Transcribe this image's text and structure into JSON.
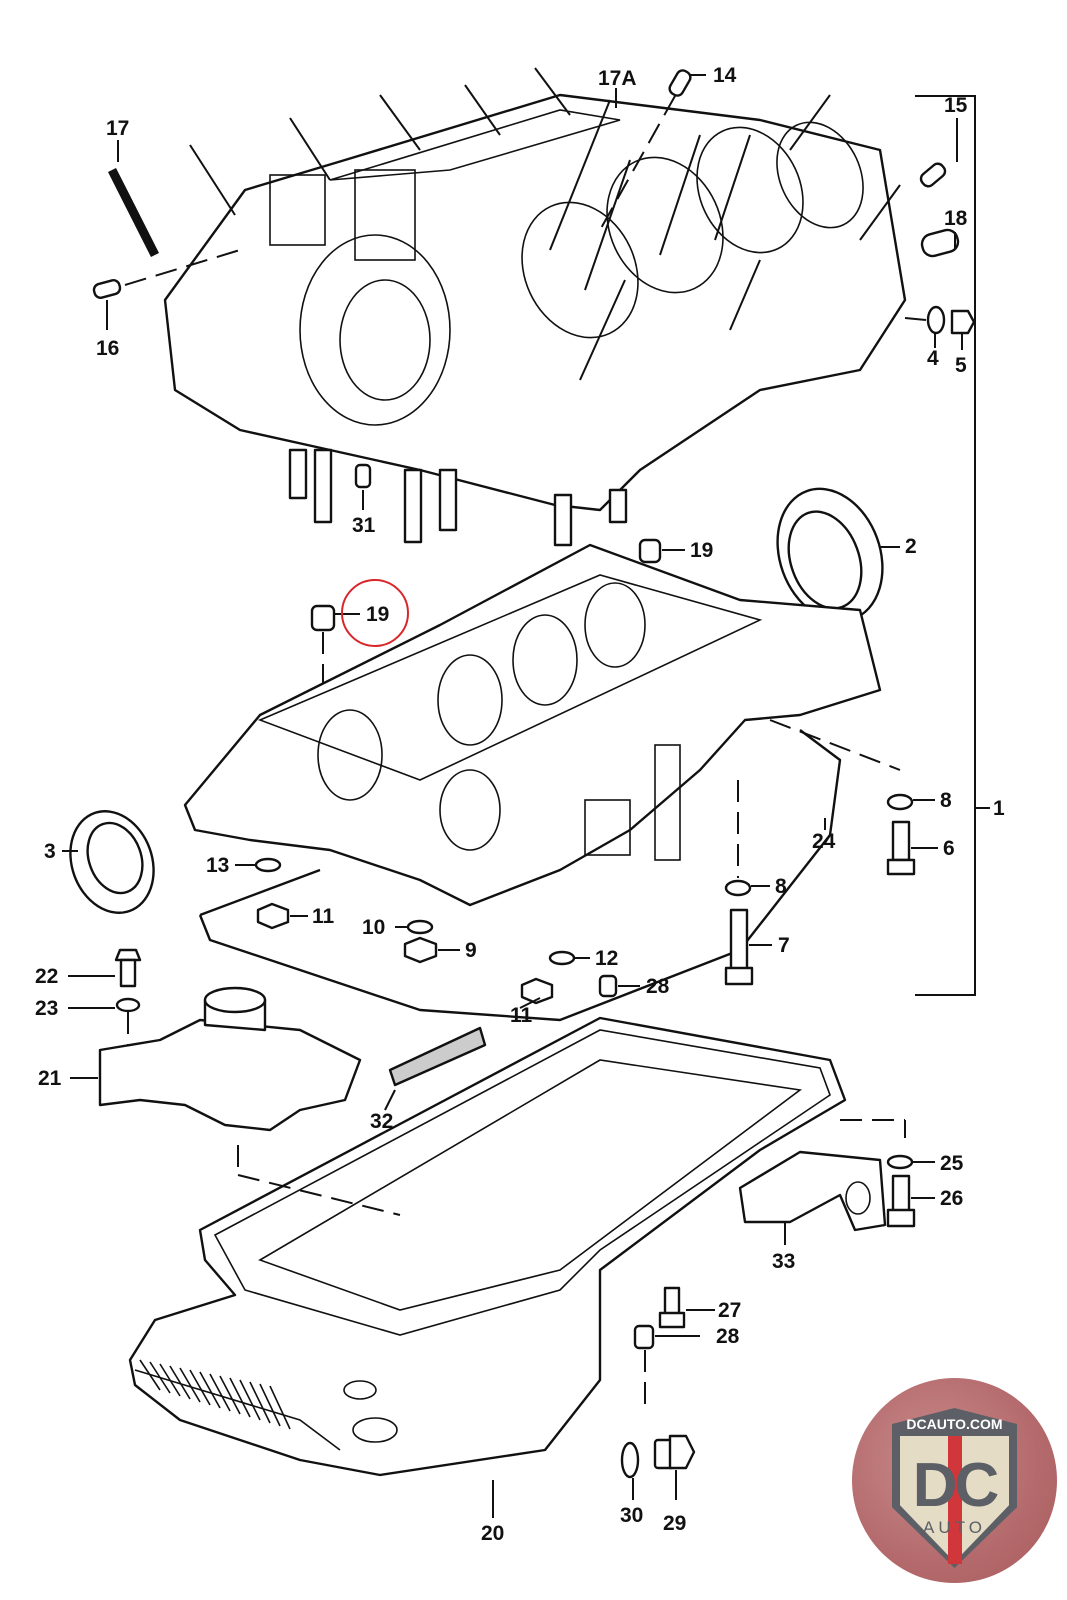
{
  "diagram": {
    "title": "Engine crankcase, crankcase bottom section and oil pan exploded view",
    "highlight_color": "#d9262a",
    "highlighted_callout": "19",
    "callouts": {
      "c1": "1",
      "c2": "2",
      "c3": "3",
      "c4": "4",
      "c5": "5",
      "c6": "6",
      "c7": "7",
      "c8a": "8",
      "c8b": "8",
      "c9": "9",
      "c10": "10",
      "c11a": "11",
      "c11b": "11",
      "c12": "12",
      "c13": "13",
      "c14": "14",
      "c15": "15",
      "c16": "16",
      "c17": "17",
      "c17a": "17A",
      "c18": "18",
      "c19a": "19",
      "c19b": "19",
      "c20": "20",
      "c21": "21",
      "c22": "22",
      "c23": "23",
      "c24": "24",
      "c25": "25",
      "c26": "26",
      "c27": "27",
      "c28a": "28",
      "c28b": "28",
      "c29": "29",
      "c30": "30",
      "c31": "31",
      "c32": "32",
      "c33": "33"
    }
  },
  "logo": {
    "site": "DCAUTO.COM",
    "mark": "DC",
    "sub": "AUTO",
    "colors": {
      "shield": "#5c6066",
      "inner": "#e4dcc4",
      "stripe": "#d0363a",
      "bg": "#b46a6c"
    }
  }
}
